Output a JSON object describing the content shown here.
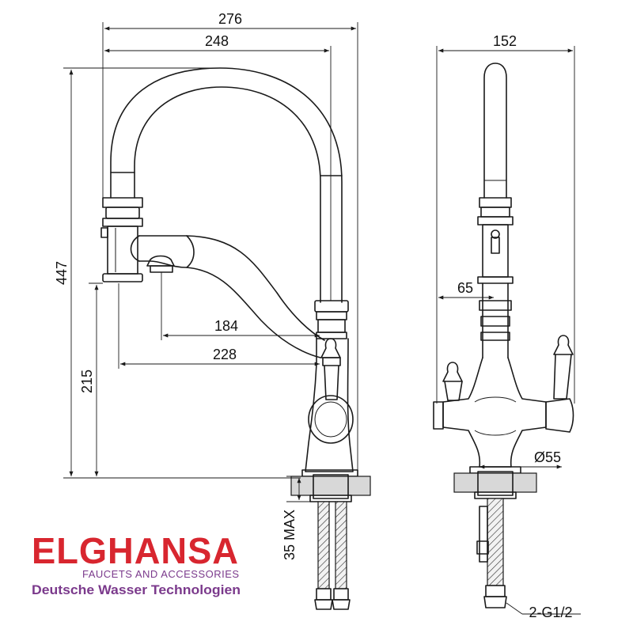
{
  "dimensions": {
    "side_width_total": "276",
    "side_spout_reach": "248",
    "side_height": "447",
    "side_aerator_reach": "184",
    "side_sprayer_reach": "228",
    "side_handle_height": "215",
    "side_counter_max": "35 MAX",
    "front_width": "152",
    "front_offset": "65",
    "front_base_diameter": "Ø55",
    "front_connections": "2-G1/2"
  },
  "logo": {
    "brand": "ELGHANSA",
    "subtitle": "FAUCETS AND ACCESSORIES",
    "tagline": "Deutsche Wasser Technologien"
  },
  "colors": {
    "brand_red": "#d8262f",
    "brand_purple": "#7b3a8c",
    "line": "#1a1a1a"
  }
}
